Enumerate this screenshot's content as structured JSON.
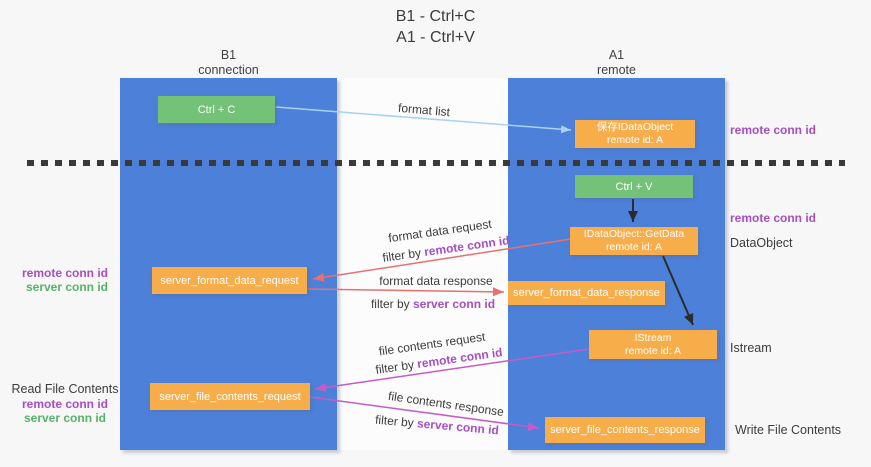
{
  "title": {
    "line1": "B1 - Ctrl+C",
    "line2": "A1 - Ctrl+V"
  },
  "lifelines": {
    "left": {
      "name_line1": "B1",
      "name_line2": "connection"
    },
    "right": {
      "name_line1": "A1",
      "name_line2": "remote"
    }
  },
  "nodes": {
    "ctrl_c": "Ctrl + C",
    "save_idataobject": {
      "line1": "保存IDataObject",
      "line2": "remote id: A"
    },
    "ctrl_v": "Ctrl + V",
    "getdata": {
      "line1": "IDataObject::GetData",
      "line2": "remote id: A"
    },
    "format_request": "server_format_data_request",
    "format_response": "server_format_data_response",
    "istream": {
      "line1": "IStream",
      "line2": "remote id: A"
    },
    "file_request": "server_file_contents_request",
    "file_response": "server_file_contents_response"
  },
  "edge_labels": {
    "format_list": "format list",
    "format_data_request": "format data request",
    "format_data_response": "format data response",
    "file_contents_request": "file contents request",
    "file_contents_response": "file contents response",
    "filter_by": "filter by ",
    "remote_conn_id": "remote conn id",
    "server_conn_id": "server conn id"
  },
  "annotations": {
    "left_mid": {
      "line1": "remote conn id",
      "line2": "server conn id"
    },
    "left_bottom": {
      "title": "Read File Contents",
      "line1": "remote conn id",
      "line2": "server conn id"
    },
    "right_top_conn": "remote conn id",
    "right_mid_conn": "remote conn id",
    "dataobject": "DataObject",
    "istream": "Istream",
    "write_file_contents": "Write File Contents"
  },
  "colors": {
    "canvas_bg": "#f7f7f8",
    "band_bg": "#fcfcfd",
    "column_blue": "#4d80d8",
    "box_orange": "#f8ad4b",
    "box_green": "#74c277",
    "arrow_blue": "#a9d2ee",
    "arrow_red": "#e87070",
    "arrow_magenta": "#c75ac8",
    "arrow_black": "#2b2b2b",
    "text_dark": "#3c3c3c",
    "conn_purple": "#a74fc2",
    "conn_green": "#55b368",
    "dash": "#3a3a3a"
  }
}
